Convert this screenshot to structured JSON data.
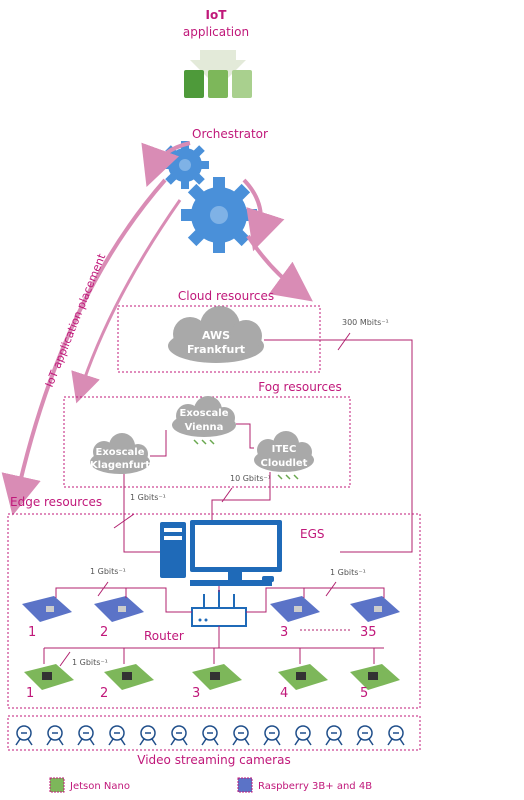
{
  "top": {
    "line1": "IoT",
    "line2": "application"
  },
  "orchestrator": "Orchestrator",
  "placement_label": "IoT application placement",
  "cloud": {
    "title": "Cloud resources",
    "node_line1": "AWS",
    "node_line2": "Frankfurt",
    "bandwidth": "300 Mbits⁻¹"
  },
  "fog": {
    "title": "Fog  resources",
    "vienna_line1": "Exoscale",
    "vienna_line2": "Vienna",
    "klagenfurt_line1": "Exoscale",
    "klagenfurt_line2": "Klagenfurt",
    "itec_line1": "ITEC",
    "itec_line2": "Cloudlet",
    "bw_fog": "10 Gbits⁻¹",
    "bw_edge": "1 Gbits⁻¹"
  },
  "edge": {
    "title": "Edge resources",
    "egs": "EGS",
    "router": "Router",
    "bw_left": "1 Gbits⁻¹",
    "bw_right": "1 Gbits⁻¹",
    "bw_jetson": "1 Gbits⁻¹",
    "rpi_labels": [
      "1",
      "2",
      "3",
      "35"
    ],
    "jetson_labels": [
      "1",
      "2",
      "3",
      "4",
      "5"
    ]
  },
  "cameras_label": "Video streaming cameras",
  "legend": {
    "jetson": "Jetson Nano",
    "raspberry": "Raspberry 3B+ and 4B"
  },
  "colors": {
    "accent": "#c0187a",
    "pink_arrow": "#d98cb5",
    "gear": "#4a90d9",
    "cloud": "#a9a9a9",
    "rpi": "#5b73c7",
    "jetson": "#7db75a",
    "line": "#b0206e"
  }
}
